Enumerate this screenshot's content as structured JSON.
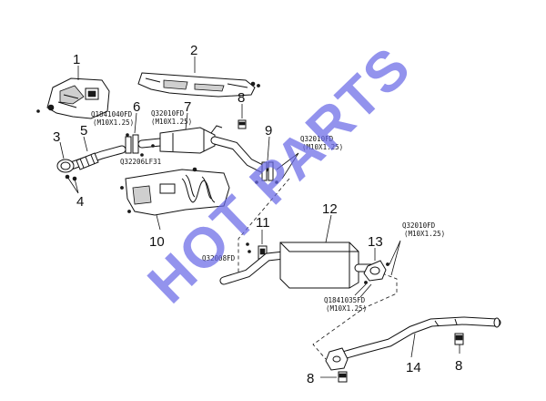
{
  "callouts": {
    "c1": "1",
    "c2": "2",
    "c3": "3",
    "c4": "4",
    "c5": "5",
    "c6": "6",
    "c7": "7",
    "c8a": "8",
    "c8b": "8",
    "c8c": "8",
    "c9": "9",
    "c10": "10",
    "c11": "11",
    "c12": "12",
    "c13": "13",
    "c14": "14"
  },
  "codes": {
    "q1841040fd": "Q1841040FD",
    "q1841040fd_spec": "(M10X1.25)",
    "q32010fd_a": "Q32010FD",
    "q32010fd_a_spec": "(M10X1.25)",
    "q32010fd_b": "Q32010FD",
    "q32010fd_b_spec": "(M10X1.25)",
    "q32010fd_c": "Q32010FD",
    "q32010fd_c_spec": "(M10X1.25)",
    "q32206lf31": "Q32206LF31",
    "q32008fd": "Q32008FD",
    "q1841035fd": "Q1841035FD",
    "q1841035fd_spec": "(M10X1.25)"
  },
  "watermark": {
    "text": "HOT PARTS",
    "color": "#6a6ae6"
  }
}
